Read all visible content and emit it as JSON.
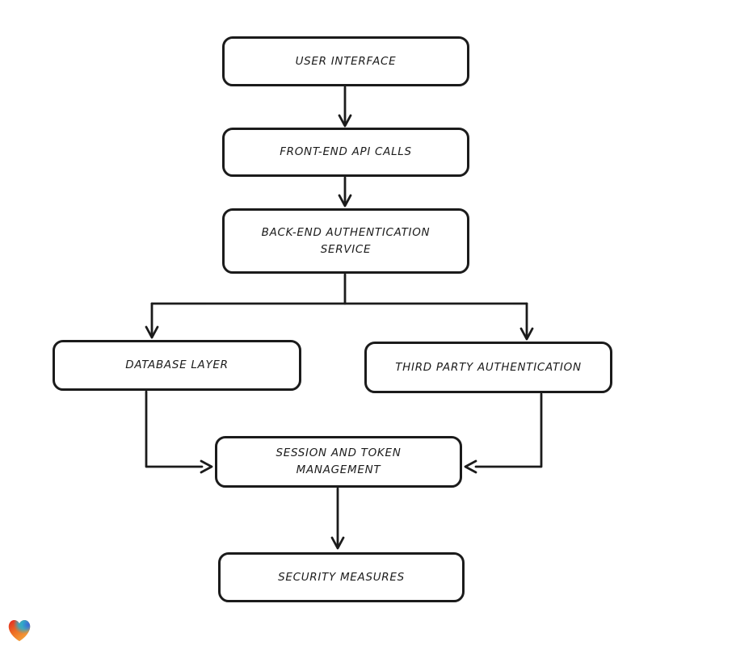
{
  "diagram": {
    "background_color": "#ffffff",
    "stroke_color": "#1b1b1b",
    "node_fill_color": "#ffffff",
    "nodes": [
      {
        "id": "user-interface",
        "label": "USER INTERFACE"
      },
      {
        "id": "front-end-api-calls",
        "label": "FRONT-END API CALLS"
      },
      {
        "id": "back-end-authentication-service",
        "label": "BACK-END AUTHENTICATION SERVICE"
      },
      {
        "id": "database-layer",
        "label": "DATABASE LAYER"
      },
      {
        "id": "third-party-authentication",
        "label": "THIRD PARTY AUTHENTICATION"
      },
      {
        "id": "session-and-token-management",
        "label": "SESSION AND TOKEN MANAGEMENT"
      },
      {
        "id": "security-measures",
        "label": "SECURITY MEASURES"
      }
    ],
    "edges": [
      {
        "from": "user-interface",
        "to": "front-end-api-calls"
      },
      {
        "from": "front-end-api-calls",
        "to": "back-end-authentication-service"
      },
      {
        "from": "back-end-authentication-service",
        "to": "database-layer"
      },
      {
        "from": "back-end-authentication-service",
        "to": "third-party-authentication"
      },
      {
        "from": "database-layer",
        "to": "session-and-token-management"
      },
      {
        "from": "third-party-authentication",
        "to": "session-and-token-management"
      },
      {
        "from": "session-and-token-management",
        "to": "security-measures"
      }
    ],
    "logo": {
      "name": "heart-logo",
      "colors": [
        "#e32722",
        "#28b0cf",
        "#3c63d9",
        "#ed7024",
        "#f6a83c"
      ]
    }
  }
}
